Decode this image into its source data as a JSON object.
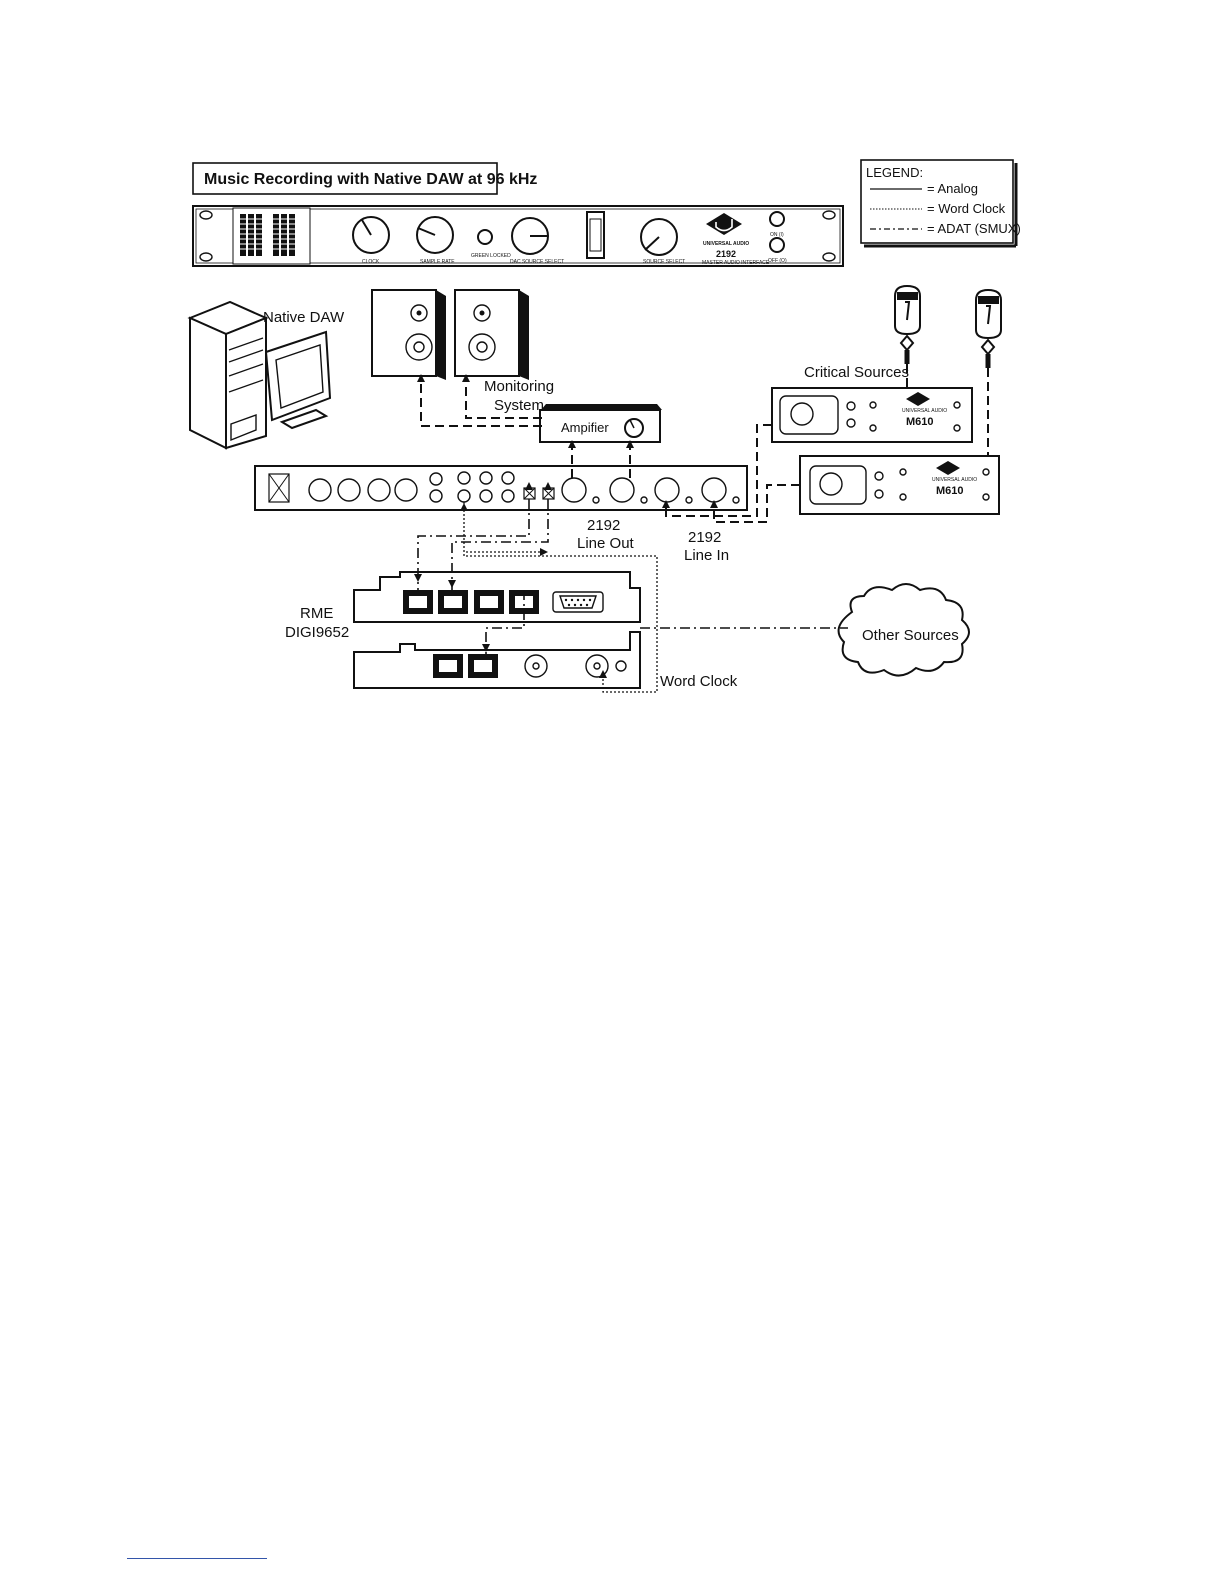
{
  "diagram": {
    "title": "Music Recording with Native DAW at 96 kHz",
    "legend": {
      "heading": "LEGEND:",
      "items": [
        {
          "style": "solid",
          "label": "= Analog"
        },
        {
          "style": "dotted",
          "label": "= Word Clock"
        },
        {
          "style": "dash-dot",
          "label": "= ADAT (SMUX)"
        }
      ]
    },
    "front_panel": {
      "brand": "UNIVERSAL AUDIO",
      "model": "2192",
      "subtitle": "MASTER AUDIO INTERFACE",
      "clock_label": "CLOCK",
      "sample_rate_label": "SAMPLE RATE",
      "green_locked_label": "GREEN LOCKED",
      "dac_source_label": "DAC SOURCE SELECT",
      "source_select_label": "SOURCE SELECT",
      "on_label": "ON (I)",
      "off_label": "OFF (O)"
    },
    "labels": {
      "native_daw": "Native DAW",
      "monitoring_1": "Monitoring",
      "monitoring_2": "System",
      "amplifier": "Ampifier",
      "critical_sources": "Critical Sources",
      "line_out_1": "2192",
      "line_out_2": "Line Out",
      "line_in_1": "2192",
      "line_in_2": "Line In",
      "rme_1": "RME",
      "rme_2": "DIGI9652",
      "other_sources": "Other Sources",
      "word_clock": "Word Clock"
    },
    "preamps": [
      {
        "brand": "UNIVERSAL AUDIO",
        "model": "M610"
      },
      {
        "brand": "UNIVERSAL AUDIO",
        "model": "M610"
      }
    ],
    "colors": {
      "ink": "#111111",
      "paper": "#ffffff",
      "footer_rule": "#3355aa"
    }
  }
}
